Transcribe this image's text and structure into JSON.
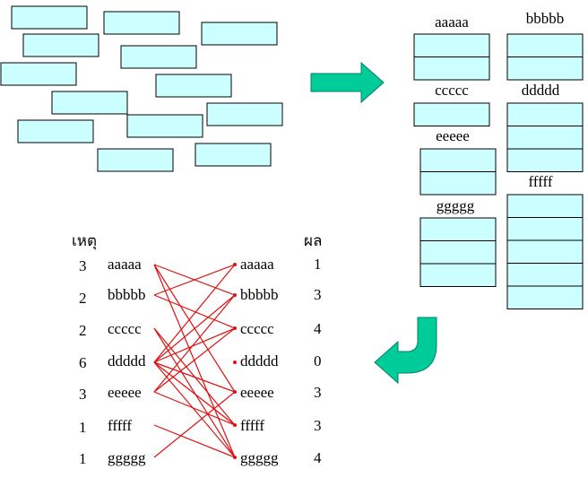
{
  "colors": {
    "box_fill": "#ccffff",
    "box_stroke": "#000000",
    "arrow_fill": "#00cc99",
    "arrow_stroke": "#008066",
    "link_color": "#dd1111"
  },
  "groups": [
    {
      "label": "aaaaa",
      "size": 2
    },
    {
      "label": "bbbbb",
      "size": 2
    },
    {
      "label": "ccccc",
      "size": 1
    },
    {
      "label": "ddddd",
      "size": 3
    },
    {
      "label": "eeeee",
      "size": 2
    },
    {
      "label": "fffff",
      "size": 5
    },
    {
      "label": "ggggg",
      "size": 3
    }
  ],
  "headers": {
    "cause": "เหตุ",
    "effect": "ผล"
  },
  "cause_counts": [
    "3",
    "2",
    "2",
    "6",
    "3",
    "1",
    "1"
  ],
  "effect_counts": [
    "1",
    "3",
    "4",
    "0",
    "3",
    "3",
    "4"
  ],
  "items": [
    "aaaaa",
    "bbbbb",
    "ccccc",
    "ddddd",
    "eeeee",
    "fffff",
    "ggggg"
  ],
  "links": [
    [
      "aaaaa",
      "bbbbb"
    ],
    [
      "aaaaa",
      "eeeee"
    ],
    [
      "aaaaa",
      "ggggg"
    ],
    [
      "bbbbb",
      "aaaaa"
    ],
    [
      "bbbbb",
      "ccccc"
    ],
    [
      "ccccc",
      "fffff"
    ],
    [
      "ccccc",
      "ggggg"
    ],
    [
      "ddddd",
      "aaaaa"
    ],
    [
      "ddddd",
      "bbbbb"
    ],
    [
      "ddddd",
      "ccccc"
    ],
    [
      "ddddd",
      "eeeee"
    ],
    [
      "ddddd",
      "fffff"
    ],
    [
      "ddddd",
      "ggggg"
    ],
    [
      "eeeee",
      "bbbbb"
    ],
    [
      "eeeee",
      "ccccc"
    ],
    [
      "eeeee",
      "fffff"
    ],
    [
      "fffff",
      "ggggg"
    ],
    [
      "ggggg",
      "eeeee"
    ]
  ]
}
